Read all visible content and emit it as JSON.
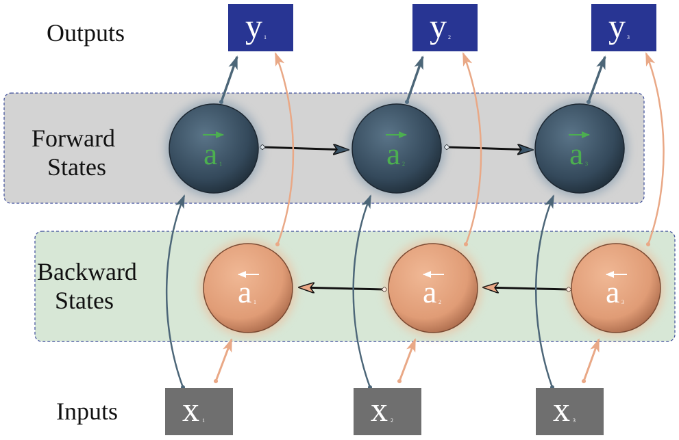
{
  "labels": {
    "outputs": "Outputs",
    "forward_line1": "Forward",
    "forward_line2": "States",
    "backward_line1": "Backward",
    "backward_line2": "States",
    "inputs": "Inputs"
  },
  "outputs": [
    {
      "letter": "y",
      "sub": "1"
    },
    {
      "letter": "y",
      "sub": "2"
    },
    {
      "letter": "y",
      "sub": "3"
    }
  ],
  "forward_states": [
    {
      "letter": "a",
      "sub": "1"
    },
    {
      "letter": "a",
      "sub": "2"
    },
    {
      "letter": "a",
      "sub": "3"
    }
  ],
  "backward_states": [
    {
      "letter": "a",
      "sub": "1"
    },
    {
      "letter": "a",
      "sub": "2"
    },
    {
      "letter": "a",
      "sub": "3"
    }
  ],
  "inputs": [
    {
      "letter": "x",
      "sub": "1"
    },
    {
      "letter": "x",
      "sub": "2"
    },
    {
      "letter": "x",
      "sub": "3"
    }
  ],
  "colors": {
    "output_box": "#283593",
    "input_box": "#6f6f6f",
    "forward_band": "#d3d3d3",
    "backward_band": "#d7e7d6",
    "forward_node": "#3a5468",
    "backward_node": "#e2a07c",
    "forward_edge": "#4c6678",
    "backward_edge": "#e9a886",
    "forward_letter": "#4caf50",
    "backward_letter": "#ffffff"
  }
}
